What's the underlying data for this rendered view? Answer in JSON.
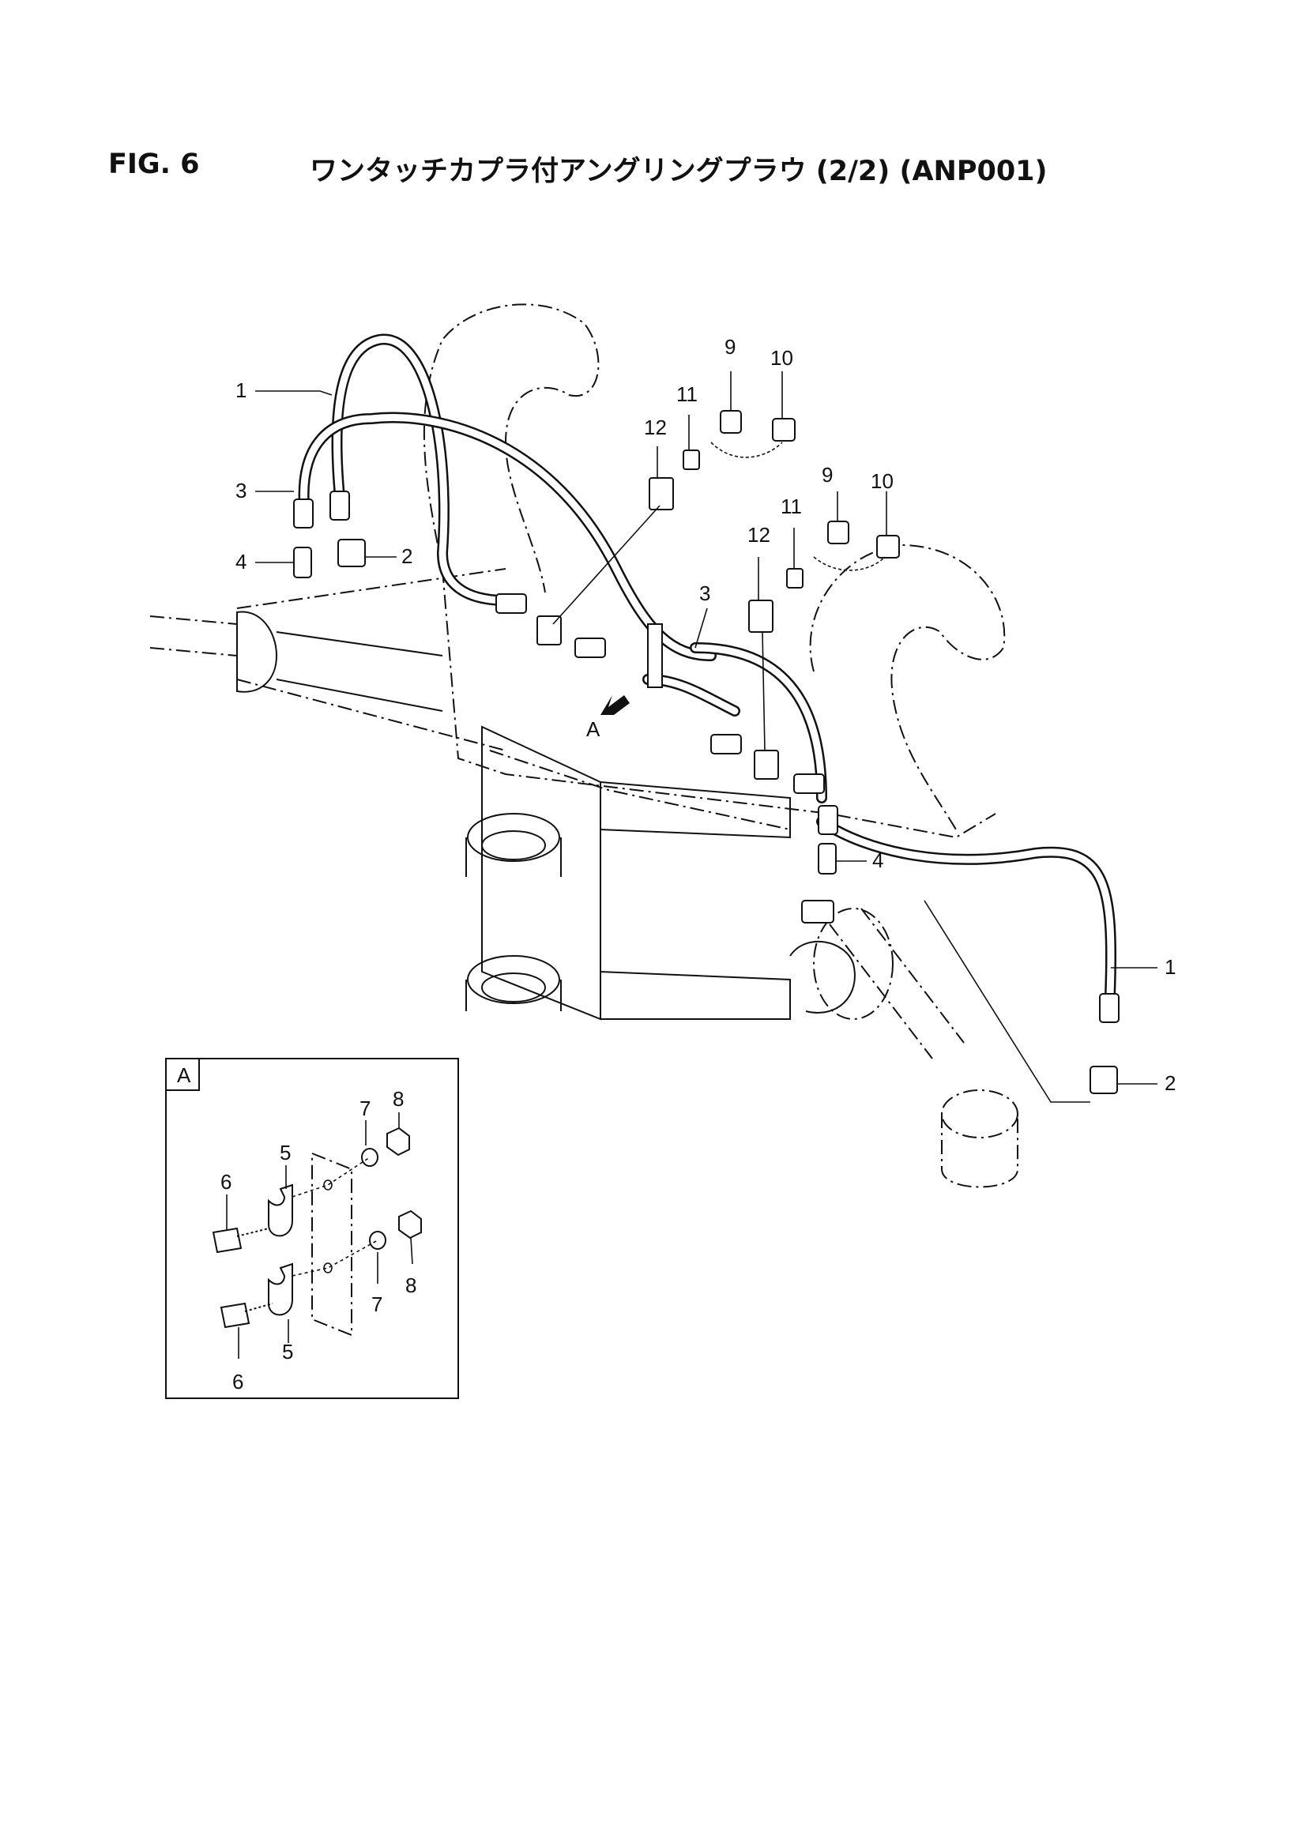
{
  "figure": {
    "number": "FIG. 6",
    "title": "ワンタッチカプラ付アングリングプラウ (2/2) (ANP001)"
  },
  "callouts": [
    {
      "name": "callout-1-top",
      "text": "1"
    },
    {
      "name": "callout-3-left",
      "text": "3"
    },
    {
      "name": "callout-4-left",
      "text": "4"
    },
    {
      "name": "callout-2-left",
      "text": "2"
    },
    {
      "name": "callout-9-top",
      "text": "9"
    },
    {
      "name": "callout-10-top",
      "text": "10"
    },
    {
      "name": "callout-11-top",
      "text": "11"
    },
    {
      "name": "callout-12-top",
      "text": "12"
    },
    {
      "name": "callout-9-mid",
      "text": "9"
    },
    {
      "name": "callout-10-mid",
      "text": "10"
    },
    {
      "name": "callout-11-mid",
      "text": "11"
    },
    {
      "name": "callout-12-mid",
      "text": "12"
    },
    {
      "name": "callout-3-mid",
      "text": "3"
    },
    {
      "name": "callout-A-arrow",
      "text": "A"
    },
    {
      "name": "callout-4-right",
      "text": "4"
    },
    {
      "name": "callout-1-right",
      "text": "1"
    },
    {
      "name": "callout-2-right",
      "text": "2"
    }
  ],
  "detail": {
    "label": "A",
    "callouts": [
      "5",
      "6",
      "7",
      "8",
      "7",
      "8",
      "5",
      "6"
    ]
  }
}
